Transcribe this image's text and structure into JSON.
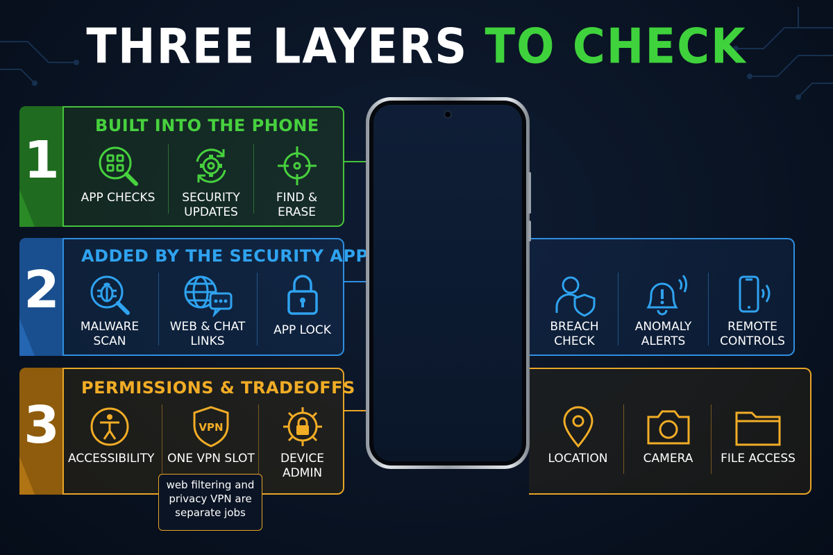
{
  "title": {
    "part1": "THREE LAYERS",
    "part2": "TO CHECK"
  },
  "colors": {
    "green": "#46c33c",
    "blue": "#2f8fe0",
    "amber": "#e8a526",
    "background": "#0a1424"
  },
  "layers": [
    {
      "number": "1",
      "heading": "BUILT INTO THE PHONE",
      "items": [
        {
          "label": "APP CHECKS",
          "icon": "app-grid-magnifier-icon"
        },
        {
          "label": "SECURITY\nUPDATES",
          "icon": "gear-refresh-icon"
        },
        {
          "label": "FIND & ERASE",
          "icon": "crosshair-icon"
        }
      ]
    },
    {
      "number": "2",
      "heading": "ADDED BY THE SECURITY APP",
      "items": [
        {
          "label": "MALWARE\nSCAN",
          "icon": "bug-magnifier-icon"
        },
        {
          "label": "WEB & CHAT\nLINKS",
          "icon": "globe-chat-icon"
        },
        {
          "label": "APP LOCK",
          "icon": "padlock-icon"
        }
      ],
      "extra_items": [
        {
          "label": "BREACH\nCHECK",
          "icon": "user-shield-icon"
        },
        {
          "label": "ANOMALY\nALERTS",
          "icon": "bell-alert-icon"
        },
        {
          "label": "REMOTE\nCONTROLS",
          "icon": "phone-signal-icon"
        }
      ]
    },
    {
      "number": "3",
      "heading": "PERMISSIONS & TRADEOFFS",
      "items": [
        {
          "label": "ACCESSIBILITY",
          "icon": "accessibility-icon"
        },
        {
          "label": "ONE VPN SLOT",
          "icon": "vpn-shield-icon",
          "icon_text": "VPN"
        },
        {
          "label": "DEVICE ADMIN",
          "icon": "gear-lock-icon"
        }
      ],
      "extra_items": [
        {
          "label": "LOCATION",
          "icon": "location-pin-icon"
        },
        {
          "label": "CAMERA",
          "icon": "camera-icon"
        },
        {
          "label": "FILE ACCESS",
          "icon": "folder-icon"
        }
      ],
      "note": "web filtering and\nprivacy VPN are\nseparate jobs"
    }
  ]
}
